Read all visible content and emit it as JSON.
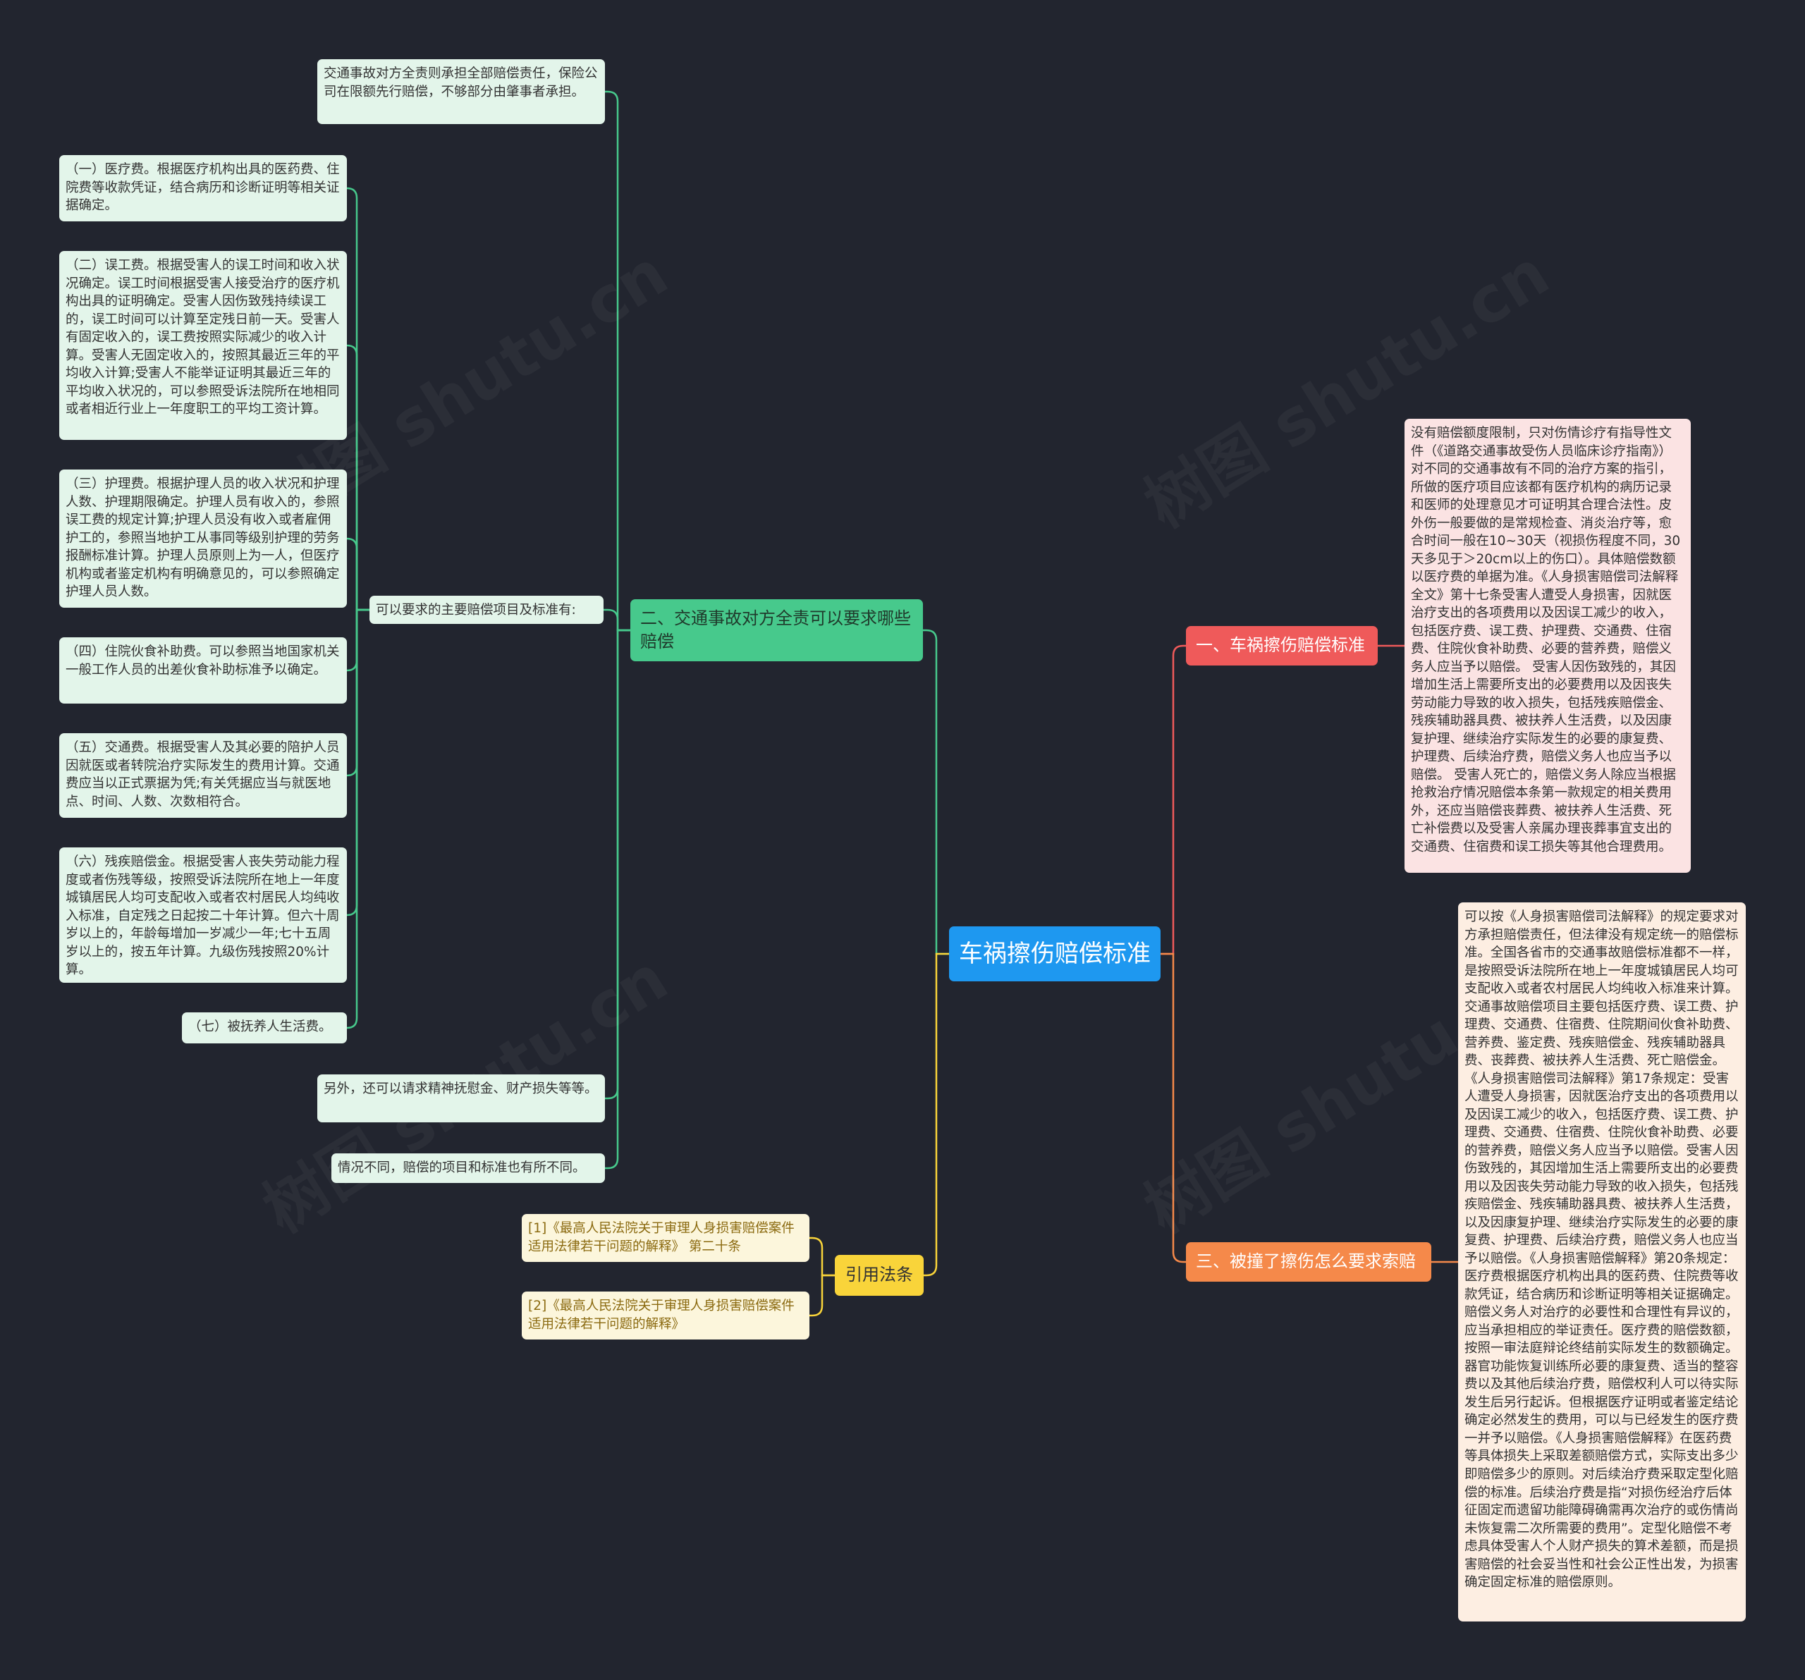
{
  "root": {
    "label": "车祸擦伤赔偿标准"
  },
  "colors": {
    "background": "#22252f",
    "root": "#1e98f0",
    "green": "#47c98c",
    "red": "#ef5a5a",
    "orange": "#f5894a",
    "yellow": "#f9d43a"
  },
  "branch1": {
    "label": "一、车祸擦伤赔偿标准",
    "text": "没有赔偿额度限制，只对伤情诊疗有指导性文件（《道路交通事故受伤人员临床诊疗指南》）对不同的交通事故有不同的治疗方案的指引，所做的医疗项目应该都有医疗机构的病历记录和医师的处理意见才可证明其合理合法性。皮外伤一般要做的是常规检查、消炎治疗等，愈合时间一般在10~30天（视损伤程度不同，30天多见于＞20cm以上的伤口）。具体赔偿数额以医疗费的单据为准。《人身损害赔偿司法解释全文》第十七条受害人遭受人身损害，因就医治疗支出的各项费用以及因误工减少的收入，包括医疗费、误工费、护理费、交通费、住宿费、住院伙食补助费、必要的营养费，赔偿义务人应当予以赔偿。 受害人因伤致残的，其因增加生活上需要所支出的必要费用以及因丧失劳动能力导致的收入损失，包括残疾赔偿金、残疾辅助器具费、被扶养人生活费，以及因康复护理、继续治疗实际发生的必要的康复费、护理费、后续治疗费，赔偿义务人也应当予以赔偿。 受害人死亡的，赔偿义务人除应当根据抢救治疗情况赔偿本条第一款规定的相关费用外，还应当赔偿丧葬费、被扶养人生活费、死亡补偿费以及受害人亲属办理丧葬事宜支出的交通费、住宿费和误工损失等其他合理费用。"
  },
  "branch2": {
    "label": "二、交通事故对方全责可以要求哪些赔偿",
    "top_text": "交通事故对方全责则承担全部赔偿责任，保险公司在限额先行赔偿，不够部分由肇事者承担。",
    "sub_label": "可以要求的主要赔偿项目及标准有:",
    "items": [
      "（一）医疗费。根据医疗机构出具的医药费、住院费等收款凭证，结合病历和诊断证明等相关证据确定。",
      "（二）误工费。根据受害人的误工时间和收入状况确定。误工时间根据受害人接受治疗的医疗机构出具的证明确定。受害人因伤致残持续误工的，误工时间可以计算至定残日前一天。受害人有固定收入的，误工费按照实际减少的收入计算。受害人无固定收入的，按照其最近三年的平均收入计算;受害人不能举证证明其最近三年的平均收入状况的，可以参照受诉法院所在地相同或者相近行业上一年度职工的平均工资计算。",
      "（三）护理费。根据护理人员的收入状况和护理人数、护理期限确定。护理人员有收入的，参照误工费的规定计算;护理人员没有收入或者雇佣护工的，参照当地护工从事同等级别护理的劳务报酬标准计算。护理人员原则上为一人，但医疗机构或者鉴定机构有明确意见的，可以参照确定护理人员人数。",
      "（四）住院伙食补助费。可以参照当地国家机关一般工作人员的出差伙食补助标准予以确定。",
      "（五）交通费。根据受害人及其必要的陪护人员因就医或者转院治疗实际发生的费用计算。交通费应当以正式票据为凭;有关凭据应当与就医地点、时间、人数、次数相符合。",
      "（六）残疾赔偿金。根据受害人丧失劳动能力程度或者伤残等级，按照受诉法院所在地上一年度城镇居民人均可支配收入或者农村居民人均纯收入标准，自定残之日起按二十年计算。但六十周岁以上的，年龄每增加一岁减少一年;七十五周岁以上的，按五年计算。九级伤残按照20%计算。",
      "（七）被抚养人生活费。"
    ],
    "extra_text": "另外，还可以请求精神抚慰金、财产损失等等。",
    "note_text": "情况不同，赔偿的项目和标准也有所不同。"
  },
  "branch3": {
    "label": "三、被撞了擦伤怎么要求索赔",
    "text": "可以按《人身损害赔偿司法解释》的规定要求对方承担赔偿责任，但法律没有规定统一的赔偿标准。全国各省市的交通事故赔偿标准都不一样，是按照受诉法院所在地上一年度城镇居民人均可支配收入或者农村居民人均纯收入标准来计算。交通事故赔偿项目主要包括医疗费、误工费、护理费、交通费、住宿费、住院期间伙食补助费、营养费、鉴定费、残疾赔偿金、残疾辅助器具费、丧葬费、被扶养人生活费、死亡赔偿金。《人身损害赔偿司法解释》第17条规定：受害人遭受人身损害，因就医治疗支出的各项费用以及因误工减少的收入，包括医疗费、误工费、护理费、交通费、住宿费、住院伙食补助费、必要的营养费，赔偿义务人应当予以赔偿。受害人因伤致残的，其因增加生活上需要所支出的必要费用以及因丧失劳动能力导致的收入损失，包括残疾赔偿金、残疾辅助器具费、被扶养人生活费，以及因康复护理、继续治疗实际发生的必要的康复费、护理费、后续治疗费，赔偿义务人也应当予以赔偿。《人身损害赔偿解释》第20条规定：医疗费根据医疗机构出具的医药费、住院费等收款凭证，结合病历和诊断证明等相关证据确定。赔偿义务人对治疗的必要性和合理性有异议的，应当承担相应的举证责任。医疗费的赔偿数额，按照一审法庭辩论终结前实际发生的数额确定。器官功能恢复训练所必要的康复费、适当的整容费以及其他后续治疗费，赔偿权利人可以待实际发生后另行起诉。但根据医疗证明或者鉴定结论确定必然发生的费用，可以与已经发生的医疗费一并予以赔偿。《人身损害赔偿解释》在医药费等具体损失上采取差额赔偿方式，实际支出多少即赔偿多少的原则。对后续治疗费采取定型化赔偿的标准。后续治疗费是指“对损伤经治疗后体征固定而遗留功能障碍确需再次治疗的或伤情尚未恢复需二次所需要的费用”。定型化赔偿不考虑具体受害人个人财产损失的算术差额，而是损害赔偿的社会妥当性和社会公正性出发，为损害确定固定标准的赔偿原则。"
  },
  "branch4": {
    "label": "引用法条",
    "refs": [
      "[1]《最高人民法院关于审理人身损害赔偿案件适用法律若干问题的解释》 第二十条",
      "[2]《最高人民法院关于审理人身损害赔偿案件适用法律若干问题的解释》"
    ]
  },
  "watermark": "树图 shutu.cn"
}
